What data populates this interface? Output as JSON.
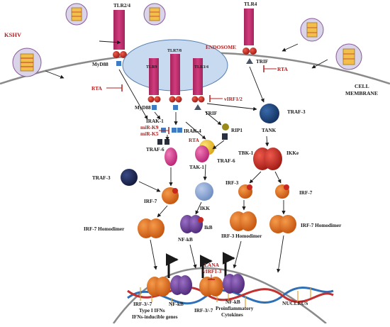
{
  "colors": {
    "receptor": "#c2306f",
    "receptor_dark": "#8a1d4c",
    "endosome": "#c8daf0",
    "endosome_stroke": "#5a7fb0",
    "adapter_red": "#c9261e",
    "myd88_blue": "#3f7bc2",
    "trif_gray": "#4a5666",
    "irf_orange": "#e06a1c",
    "nfkb_purple": "#6b3f97",
    "traf_navy": "#1b2550",
    "traf6_pink": "#dc3f95",
    "tak1_yellow": "#f2c52a",
    "ikk_blue": "#8ea9d6",
    "inhibitor_red": "#b02020",
    "dna_blue": "#2f6fb5",
    "dna_red": "#c23030"
  },
  "labels": {
    "tlr24": "TLR2/4",
    "tlr4": "TLR4",
    "tlr9": "TLR9",
    "tlr78": "TLR7/8",
    "tlr34": "TLR3/4",
    "kshv": "KSHV",
    "endosome": "ENDOSOME",
    "cell_membrane_1": "CELL",
    "cell_membrane_2": "MEMBRANE",
    "myd88_top": "MyD88",
    "myd88_endo": "MyD88",
    "trif_top": "TRIF",
    "trif_endo": "TRIF",
    "rta_left": "RTA",
    "rta_right": "RTA",
    "rta_mid": "RTA",
    "virf12": "vIRF1/2",
    "irak1": "IRAK-1",
    "irak4": "IRAK-4",
    "mirk9": "miR-K9",
    "mirk5": "miR-K5",
    "rip1": "RIP1",
    "traf3_right": "TRAF-3",
    "tank": "TANK",
    "traf6_left": "TRAF-6",
    "traf6_right": "TRAF-6",
    "tak1": "TAK-1",
    "traf3_left": "TRAF-3",
    "tbk1": "TBK-1",
    "ikke": "IKKe",
    "irf7_left": "IRF-7",
    "ikk": "IKK",
    "irf3": "IRF-3",
    "irf7_right": "IRF-7",
    "irf7_homo_left": "IRF-7 Homodimer",
    "nfkb_mid": "NF-kB",
    "ikb": "IkB",
    "irf3_homo": "IRF-3 Homodimer",
    "irf7_homo_right": "IRF-7 Homodimer",
    "lana": "LANA",
    "virf3": "vIRF1-3",
    "nucleus": "NUCLEUS",
    "irf37_left": "IRF-3/-7",
    "nfkb_left": "NF-kB",
    "type1_ifn": "Type I IFNs",
    "ifn_genes": "IFNs-inducible genes",
    "irf37_right": "IRF-3/-7",
    "nfkb_right": "NF-kB",
    "proinflam": "Proinflammatory",
    "cytokines": "Cytokines"
  }
}
